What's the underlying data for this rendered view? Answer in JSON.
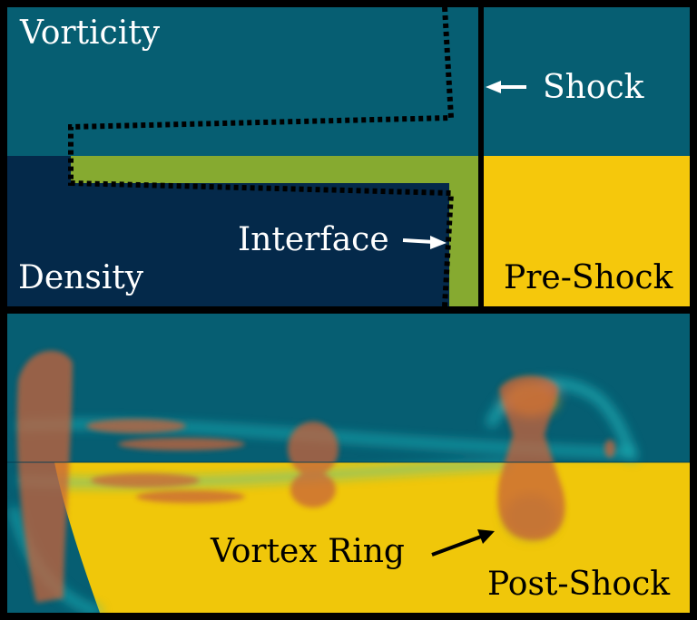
{
  "labels": {
    "vorticity": "Vorticity",
    "shock": "Shock",
    "interface": "Interface",
    "density": "Density",
    "pre_shock": "Pre-Shock",
    "vortex_ring": "Vortex Ring",
    "post_shock": "Post-Shock"
  },
  "colors": {
    "teal": "#065e72",
    "navy": "#04294a",
    "green": "#86aa30",
    "yellow": "#f5c80c",
    "isosurface": "#c8643a",
    "frame": "#000000"
  }
}
